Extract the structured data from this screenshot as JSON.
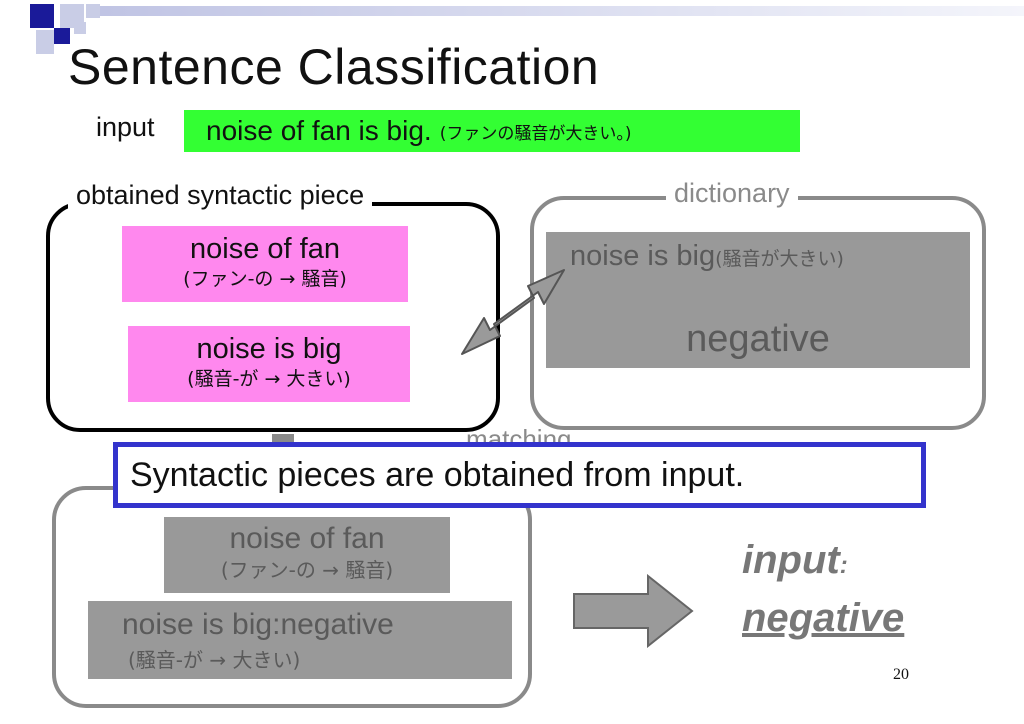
{
  "slide": {
    "title": "Sentence Classification",
    "input_label": "input",
    "input_sentence": "noise of fan is big.",
    "input_translation": "(ファンの騒音が大きい。)",
    "page_number": "20"
  },
  "panel_left": {
    "title": "obtained syntactic piece",
    "piece1_en": "noise of fan",
    "piece1_jp": "(ファン-の → 騒音)",
    "piece2_en": "noise is big",
    "piece2_jp": "(騒音-が → 大きい)"
  },
  "panel_right": {
    "title": "dictionary",
    "entry_en": "noise is big",
    "entry_jp": "(騒音が大きい)",
    "entry_label": "negative"
  },
  "matching_label": "matching",
  "panel_bottom": {
    "piece1_en": "noise of fan",
    "piece1_jp": "(ファン-の → 騒音)",
    "piece2_en": "noise is big",
    "piece2_sep": ":",
    "piece2_label": "negative",
    "piece2_jp": "(騒音-が → 大きい)"
  },
  "result": {
    "line1": "input",
    "colon": ":",
    "line2": "negative"
  },
  "callout": {
    "text": "Syntactic pieces are obtained from input."
  },
  "colors": {
    "input_highlight": "#33ff33",
    "piece_pink": "#ff88ee",
    "faded_gray": "#999999",
    "callout_border": "#3333cc"
  },
  "icons": [
    "decorative-squares-icon",
    "double-arrow-icon",
    "down-arrow-icon",
    "right-arrow-icon"
  ]
}
